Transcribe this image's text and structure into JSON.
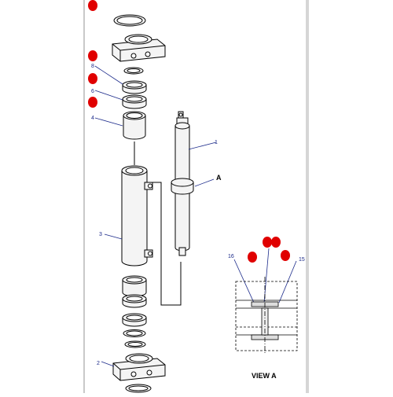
{
  "diagram": {
    "callouts": [
      {
        "id": "callout-1",
        "text": "1"
      },
      {
        "id": "callout-2",
        "text": "2"
      },
      {
        "id": "callout-3",
        "text": "3"
      },
      {
        "id": "callout-4",
        "text": "4"
      },
      {
        "id": "callout-6",
        "text": "6"
      },
      {
        "id": "callout-8",
        "text": "8"
      },
      {
        "id": "callout-15",
        "text": "15"
      },
      {
        "id": "callout-16",
        "text": "16"
      },
      {
        "id": "callout-A",
        "text": "A"
      }
    ],
    "view_label": "VIEW A"
  },
  "colors": {
    "callout_text": "#1b2a8a",
    "marker_red": "#e00000",
    "line": "#000000",
    "part_fill": "#f4f4f4"
  }
}
